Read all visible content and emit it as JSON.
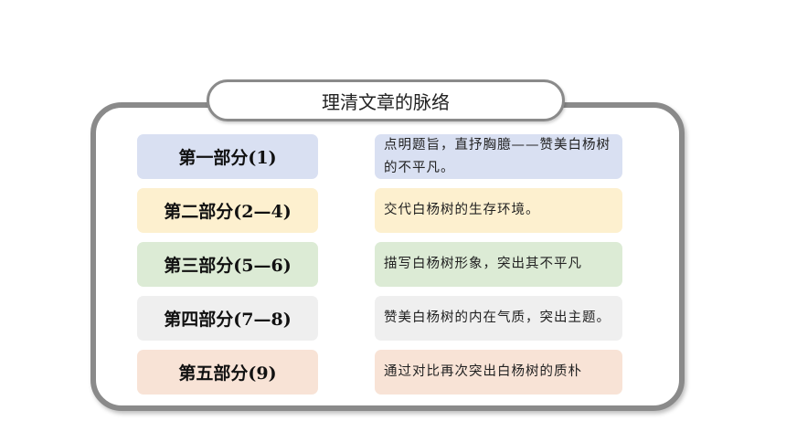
{
  "title": "理清文章的脉络",
  "colors": {
    "frame_border": "#8a8a8a",
    "row1": "#d9e0f2",
    "row2": "#fdf0cf",
    "row3": "#dcebd5",
    "row4": "#efefef",
    "row5": "#f8e3d6"
  },
  "rows": [
    {
      "part": "第一部分(1)",
      "desc": "点明题旨，直抒胸臆——赞美白杨树的不平凡。"
    },
    {
      "part": "第二部分(2—4)",
      "desc": "交代白杨树的生存环境。"
    },
    {
      "part": "第三部分(5—6)",
      "desc": "描写白杨树形象，突出其不平凡"
    },
    {
      "part": "第四部分(7—8)",
      "desc": "赞美白杨树的内在气质，突出主题。"
    },
    {
      "part": "第五部分(9)",
      "desc": "通过对比再次突出白杨树的质朴"
    }
  ]
}
